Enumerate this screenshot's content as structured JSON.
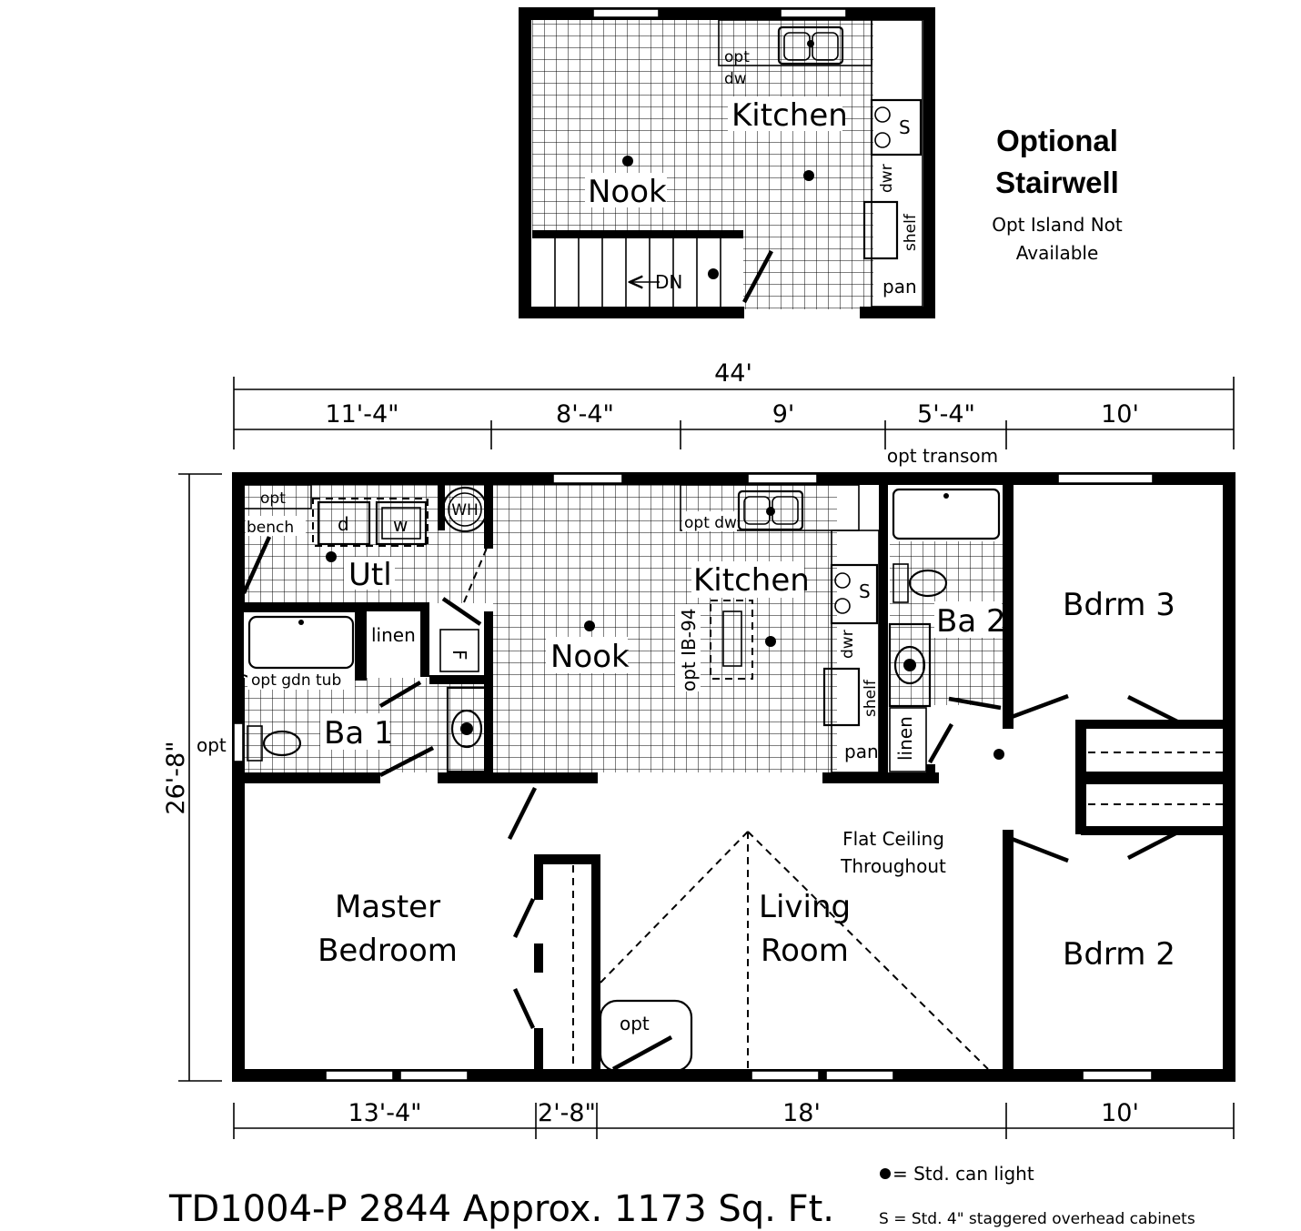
{
  "plan_title": "TD1004-P 2844  Approx. 1173 Sq. Ft.",
  "optional_stairwell": {
    "heading_line1": "Optional",
    "heading_line2": "Stairwell",
    "note_line1": "Opt Island Not",
    "note_line2": "Available",
    "rooms": {
      "kitchen": "Kitchen",
      "nook": "Nook"
    },
    "labels": {
      "opt": "opt",
      "dw": "dw",
      "s": "S",
      "dwr": "dwr",
      "shelf": "shelf",
      "pan": "pan",
      "dn": "DN"
    }
  },
  "dimensions": {
    "overall_width": "44'",
    "top_segments": [
      "11'-4\"",
      "8'-4\"",
      "9'",
      "5'-4\"",
      "10'"
    ],
    "bottom_segments": [
      "13'-4\"",
      "2'-8\"",
      "18'",
      "10'"
    ],
    "depth": "26'-8\""
  },
  "rooms": {
    "utl": "Utl",
    "nook": "Nook",
    "kitchen": "Kitchen",
    "ba1": "Ba 1",
    "ba2": "Ba 2",
    "bdrm3": "Bdrm 3",
    "bdrm2": "Bdrm 2",
    "master_line1": "Master",
    "master_line2": "Bedroom",
    "living_line1": "Living",
    "living_line2": "Room"
  },
  "labels": {
    "opt_transom": "opt transom",
    "opt": "opt",
    "bench": "bench",
    "dryer": "d",
    "washer": "w",
    "water_heater": "WH",
    "opt_dw": "opt dw",
    "linen": "linen",
    "furnace": "F",
    "opt_gdn_tub": "opt gdn tub",
    "opt_island": "opt IB-94",
    "s": "S",
    "dwr": "dwr",
    "shelf": "shelf",
    "pan": "pan",
    "ceiling_line1": "Flat Ceiling",
    "ceiling_line2": "Throughout"
  },
  "legend": {
    "can_light": "= Std. can light",
    "cabinets": "S = Std. 4\" staggered overhead cabinets"
  }
}
